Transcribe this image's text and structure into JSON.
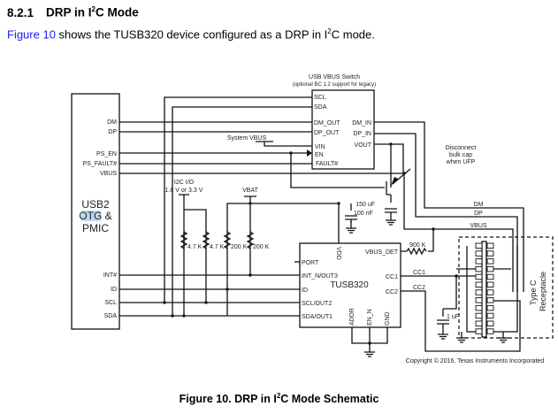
{
  "heading": {
    "number": "8.2.1",
    "title_pre": "DRP in I",
    "title_sup": "2",
    "title_post": "C Mode"
  },
  "intro": {
    "link": "Figure 10",
    "text_pre": " shows the TUSB320 device configured as a DRP in I",
    "text_sup": "2",
    "text_post": "C mode."
  },
  "schematic": {
    "host": {
      "line1": "USB2",
      "line2_highlighted": "OTG",
      "line2_rest": " &",
      "line3": "PMIC",
      "pins": [
        "DM",
        "DP",
        "PS_EN",
        "PS_FAULT#",
        "VBUS",
        "INT#",
        "ID",
        "SCL",
        "SDA"
      ]
    },
    "switch": {
      "title": "USB VBUS Switch",
      "subtitle": "(optional BC 1.2 support for legacy)",
      "left_pins": [
        "SCL",
        "SDA",
        "DM_OUT",
        "DP_OUT",
        "VIN",
        "EN",
        "FAULT#"
      ],
      "right_pins": [
        "DM_IN",
        "DP_IN",
        "VOUT"
      ]
    },
    "system_vbus": "System VBUS",
    "disconnect_note": [
      "Disconnect",
      "bulk cap",
      "when UFP"
    ],
    "i2c_io": [
      "I2C I/O",
      "1.8 V or 3.3 V"
    ],
    "vbat": "VBAT",
    "resistors": [
      "4.7 K",
      "4.7 K",
      "200 K",
      "200 K",
      "900 K"
    ],
    "caps": {
      "bulk": "150 uF",
      "vdd": "100 nF",
      "vconn": "1 uF"
    },
    "nets": {
      "dm": "DM",
      "dp": "DP",
      "vbus": "VBUS",
      "cc1": "CC1",
      "cc2": "CC2"
    },
    "tusb": {
      "name": "TUSB320",
      "vdd": "VDD",
      "left_pins": [
        "PORT",
        "INT_N/OUT3",
        "ID",
        "SCL/OUT2",
        "SDA/OUT1"
      ],
      "right_pins": [
        "VBUS_DET",
        "CC1",
        "CC2"
      ],
      "bottom_pins": [
        "ADDR",
        "EN_N",
        "GND"
      ]
    },
    "connector": {
      "line1": "Type C",
      "line2": "Receptacle"
    },
    "copyright": "Copyright © 2016, Texas Instruments Incorporated"
  },
  "caption": {
    "pre": "Figure 10.  DRP in I",
    "sup": "2",
    "post": "C Mode Schematic"
  }
}
